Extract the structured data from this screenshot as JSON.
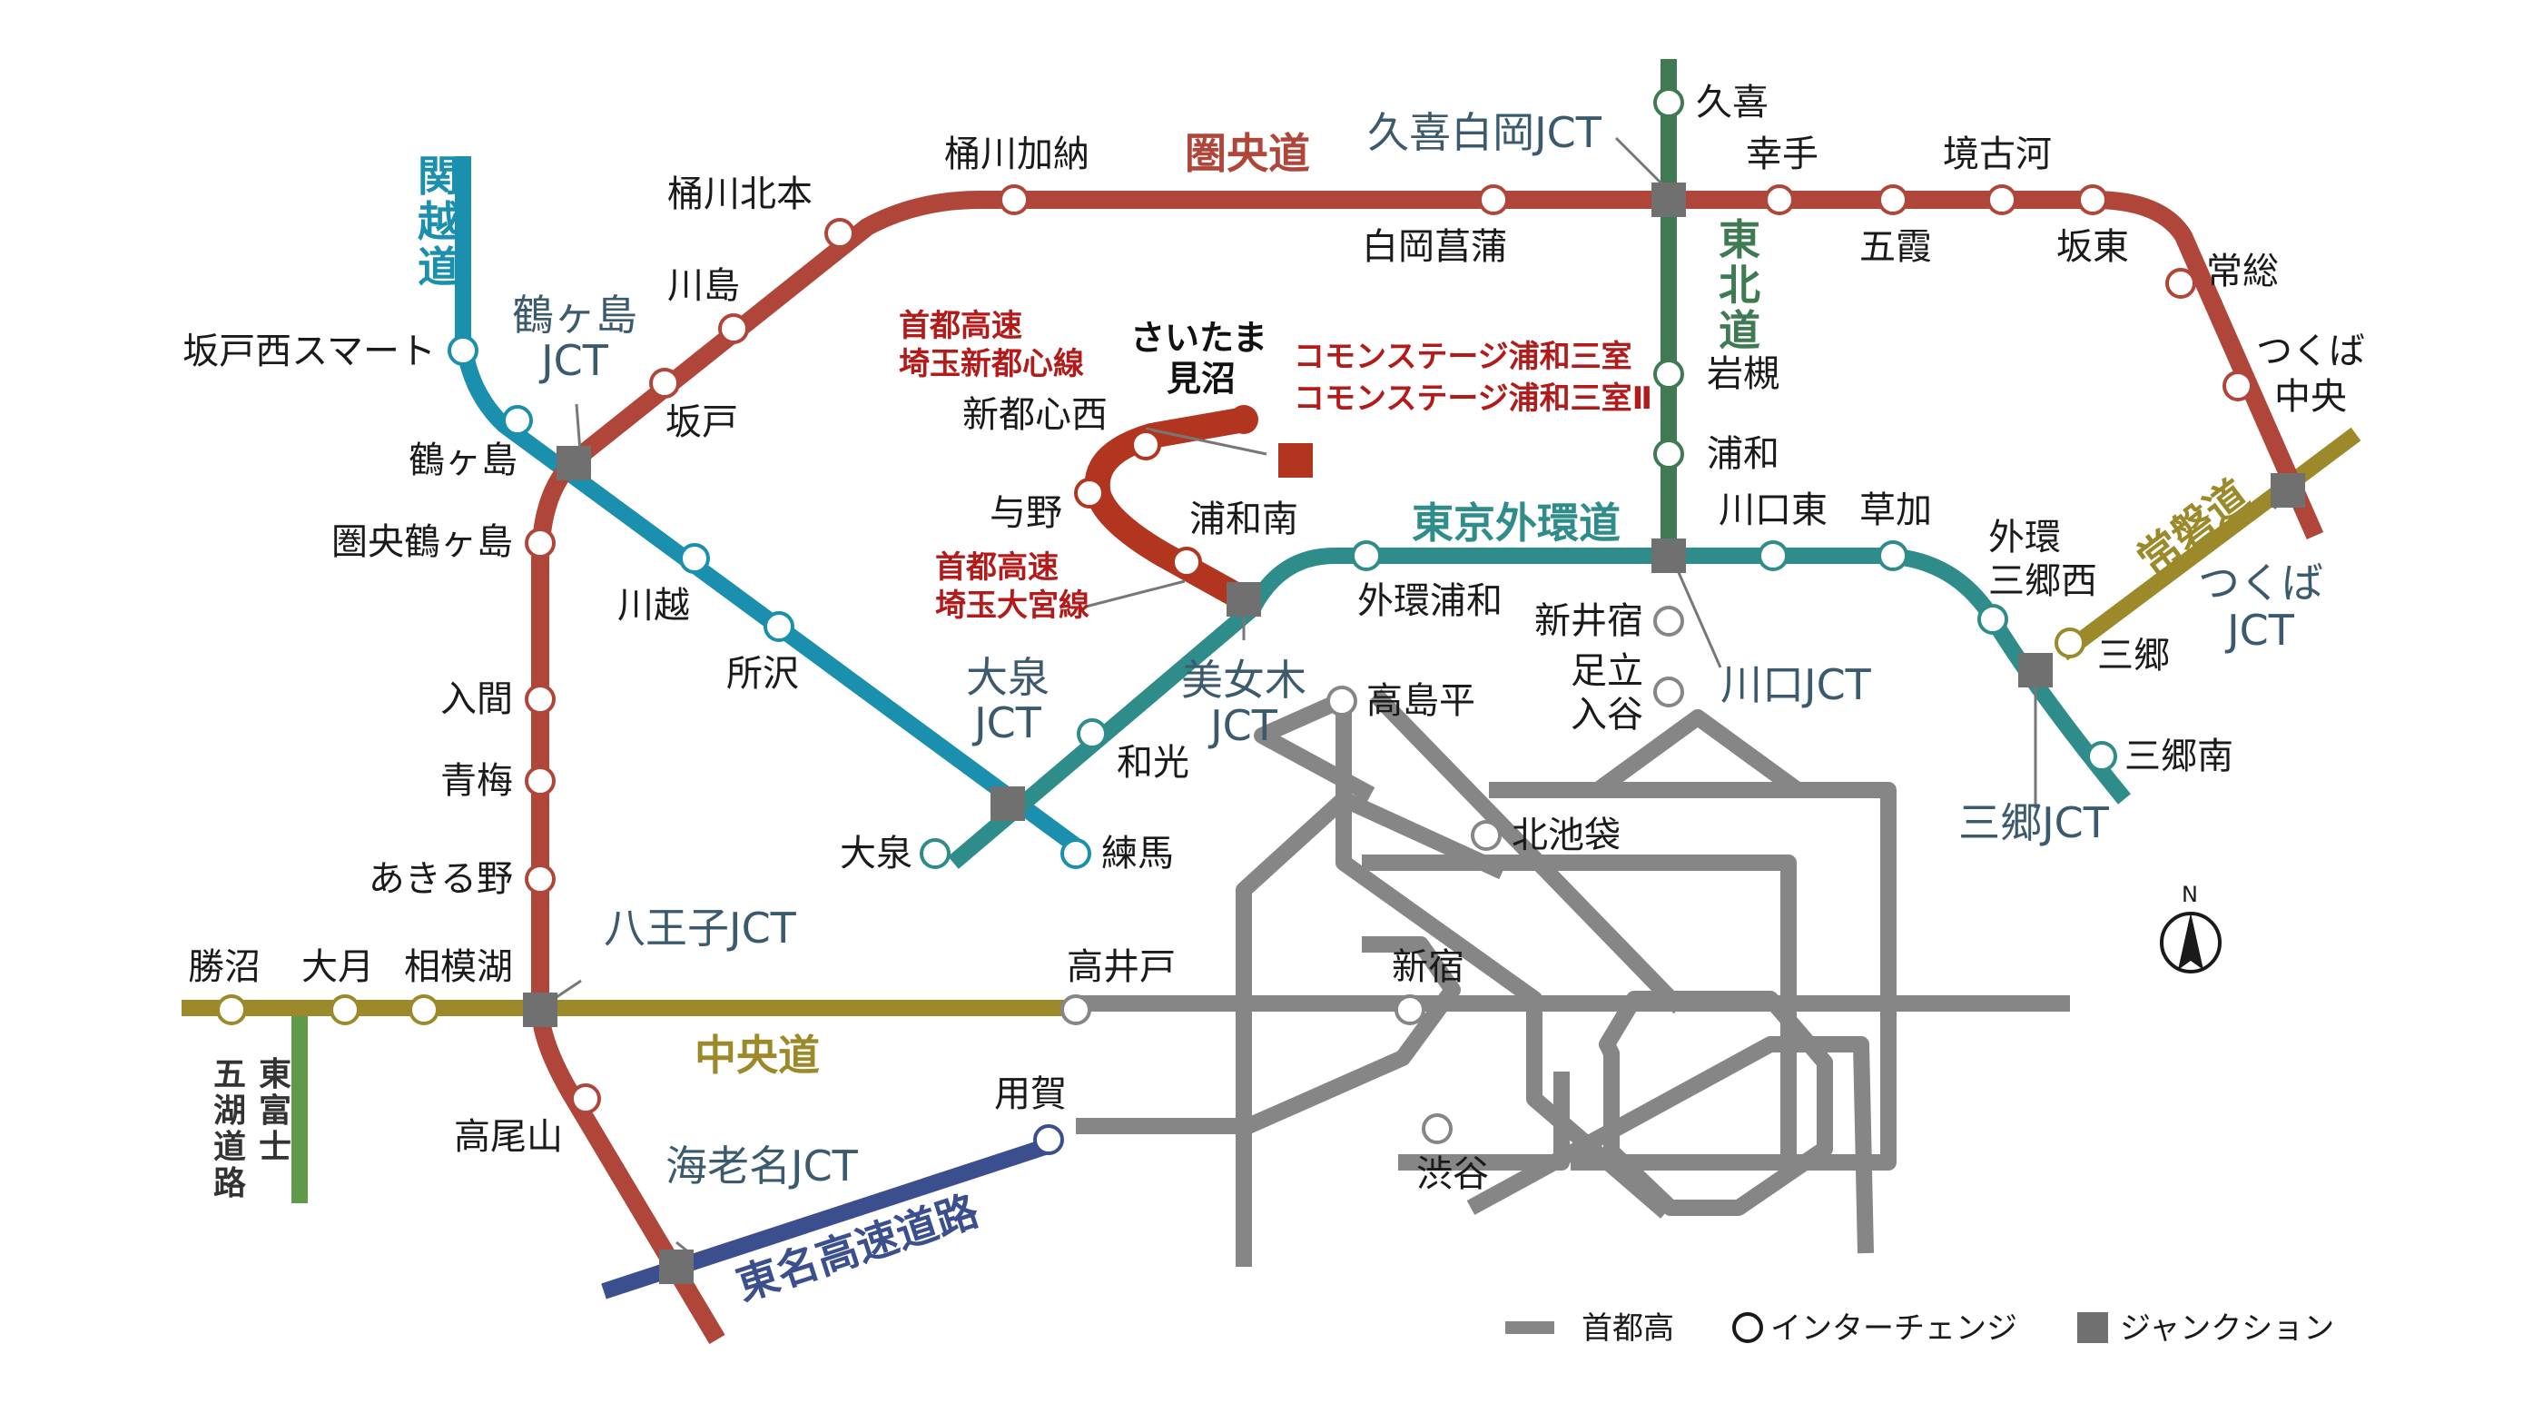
{
  "colors": {
    "ken_o": "#b0463a",
    "kan_etsu": "#1a8fae",
    "tohoku": "#3f7a52",
    "gaikan": "#2e8c8a",
    "chuo": "#9c8a2a",
    "joban": "#9c8a2a",
    "tomei": "#3b4f8f",
    "higashi_fuji": "#5f9a48",
    "shutoko": "#868686",
    "saitama_line": "#b2361f",
    "text_jct": "#3b5a6e"
  },
  "roads": {
    "ken_o": "圏央道",
    "kan_etsu": "関越道",
    "tohoku": "東北道",
    "gaikan": "東京外環道",
    "chuo": "中央道",
    "joban": "常磐道",
    "tomei": "東名高速道路",
    "higashi_fuji": "東富士五湖道路"
  },
  "saitama_shintoshin_lines": [
    "首都高速",
    "埼玉新都心線"
  ],
  "saitama_omiya_lines": [
    "首都高速",
    "埼玉大宮線"
  ],
  "destination_lines": [
    "さいたま",
    "見沼"
  ],
  "property_lines": [
    "コモンステージ浦和三室",
    "コモンステージ浦和三室Ⅱ"
  ],
  "compass": "N",
  "interchanges": {
    "kuki": "久喜",
    "satte": "幸手",
    "sakaikoga": "境古河",
    "okegawa_kano": "桶川加納",
    "okegawa_kitamoto": "桶川北本",
    "shiraoka_shobu": "白岡菖蒲",
    "goka": "五霞",
    "bando": "坂東",
    "joso": "常総",
    "tsukuba_chuo": [
      "つくば",
      "中央"
    ],
    "kawajima": "川島",
    "sakado_nishi_smart": "坂戸西スマート",
    "sakado": "坂戸",
    "tsurugashima": "鶴ヶ島",
    "kenou_tsurugashima": "圏央鶴ヶ島",
    "kawagoe": "川越",
    "tokorozawa": "所沢",
    "nerima": "練馬",
    "iwatsuki": "岩槻",
    "urawa": "浦和",
    "kawaguchi_higashi": "川口東",
    "soka": "草加",
    "gaikan_misato_nishi": [
      "外環",
      "三郷西"
    ],
    "misato": "三郷",
    "misato_minami": "三郷南",
    "shintoshin_nishi": "新都心西",
    "yono": "与野",
    "urawa_minami": "浦和南",
    "gaikan_urawa": "外環浦和",
    "shinaijuku": "新井宿",
    "adachi_iriya": [
      "足立",
      "入谷"
    ],
    "takashimadaira": "高島平",
    "wako": "和光",
    "oizumi": "大泉",
    "iruma": "入間",
    "ome": "青梅",
    "akiruno": "あきる野",
    "kitaikebukuro": "北池袋",
    "shinjuku": "新宿",
    "takaido": "高井戸",
    "yoga": "用賀",
    "shibuya": "渋谷",
    "katsunuma": "勝沼",
    "otsuki": "大月",
    "sagamiko": "相模湖",
    "takaosan": "高尾山"
  },
  "junctions": {
    "kuki_shiraoka": "久喜白岡JCT",
    "tsurugashima": [
      "鶴ヶ島",
      "JCT"
    ],
    "tsukuba": [
      "つくば",
      "JCT"
    ],
    "kawaguchi": "川口JCT",
    "misato": "三郷JCT",
    "bijogi": [
      "美女木",
      "JCT"
    ],
    "oizumi": [
      "大泉",
      "JCT"
    ],
    "hachioji": "八王子JCT",
    "ebina": "海老名JCT"
  },
  "legend": {
    "shutoko": "首都高",
    "interchange": "インターチェンジ",
    "junction": "ジャンクション"
  }
}
